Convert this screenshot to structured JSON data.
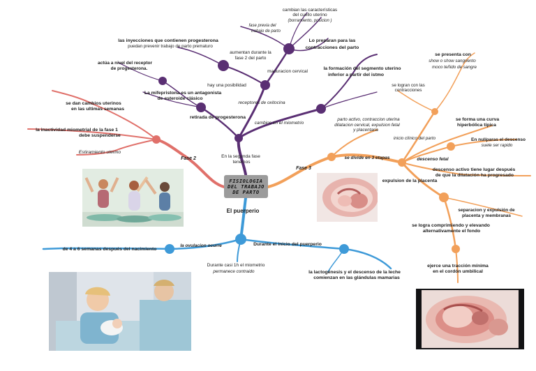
{
  "center": {
    "line1": "FISIOLOGIA",
    "line2": "DEL TRABAJO",
    "line3": "DE PARTO"
  },
  "purple": {
    "seg_fase2": "En la segunda fase",
    "seg_tenemos": "tenemos",
    "cambian1": "cambian las características",
    "cambian2": "del cuello uterino",
    "cambian3": "(borramiento, posicion )",
    "fase_previa1": "fase previa del",
    "fase_previa2": "trabajo de parto",
    "preparan1": "Lo preparan para las",
    "preparan2": "contracciones del parto",
    "iny1": "las inyecciones que contienen progesterona",
    "iny2": "puedan prevenir trabajo de parto prematuro",
    "aum1": "aumentan durante la",
    "aum2": "fase 2 del parto",
    "actua1": "actúa a nivel del receptor",
    "actua2": "de progesterona.",
    "mad": "maduracion cervical",
    "hay": "hay una posibilidad",
    "form1": "la formación del segmento uterino",
    "form2": "inferior a partir del istmo",
    "mife1": "La mifepristona es un antagonista",
    "mife2": "de esteroide clásico",
    "recep": "receptores de oxitocina",
    "retir": "retirada de progesterona",
    "camb_miom": "cambios en el miometrio"
  },
  "red": {
    "fase2": "Fase 2",
    "dan1": "se dan cambios uterinos",
    "dan2": "en las ultimas semanas",
    "inac1": "la inactividad miometrial de la fase 1",
    "inac2": "debe suspenderse",
    "estir": "Estiramiento uterino"
  },
  "orange": {
    "fase3": "Fase 3",
    "divide": "se divide en 3 etapas",
    "presenta1": "se presenta con",
    "presenta2": "show o show sangriento",
    "presenta3": "moco teñido de sangre",
    "logran1": "se logran con las",
    "logran2": "contracciones",
    "pa1": "parto activo, contraccion uterina",
    "pa2": "dilatacion cervical, expulsion fetal",
    "pa3": "y placentaria",
    "curva1": "se forma una curva",
    "curva2": "hiperbólica típica",
    "inicio": "inicio clínico del parto",
    "nul1": "En nulíparas el descenso",
    "nul2": "suele ser rapido",
    "desc": "descenso fetal",
    "activo1": "descenso activo tiene lugar después",
    "activo2": "de que la dilatación ha progresado",
    "expul": "expulsion de la placenta",
    "sep1": "separacion y expulsión de",
    "sep2": "placenta y membranas",
    "comp1": "se logra comprimiendo y elevando",
    "comp2": "alternativamente el fondo",
    "ejer1": "ejerce una tracción mínima",
    "ejer2": "en el cordón umbilical"
  },
  "blue": {
    "puerperio": "El puerperio",
    "ovul": "la ovulacion ocurre",
    "semanas": "de 4 a 6 semanas después del nacimiento",
    "inicio_p": "Durante el inicio del puerperio",
    "casi1": "Durante casi 1h el miometrio",
    "casi2": "permanece contraido",
    "lact1": "la lactogénesis y el descenso de la leche",
    "lact2": "comienzan en las glándulas mamarias"
  },
  "colors": {
    "purple": "#5a2f73",
    "red": "#e0706a",
    "orange": "#f2a05a",
    "blue": "#3e9ad8"
  }
}
